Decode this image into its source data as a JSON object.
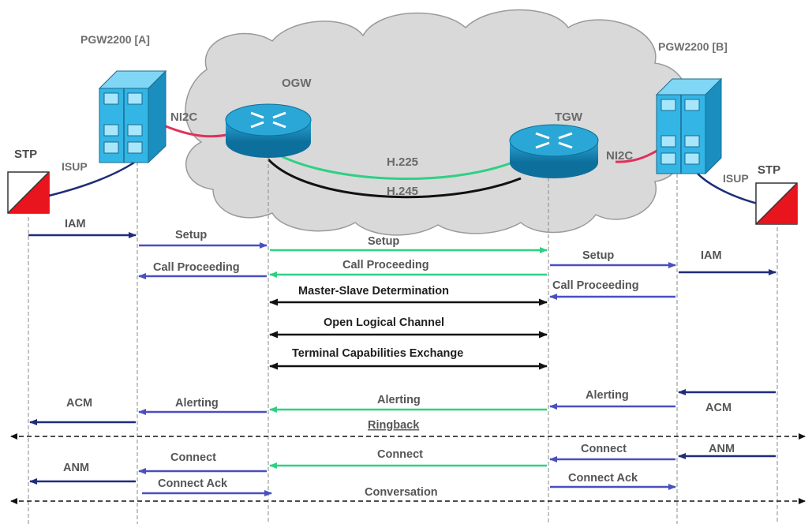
{
  "nodes": {
    "pgw_a": "PGW2200 [A]",
    "pgw_b": "PGW2200  [B]",
    "ogw": "OGW",
    "tgw": "TGW",
    "stp_a": "STP",
    "stp_b": "STP"
  },
  "links": {
    "ni2c_a": "NI2C",
    "ni2c_b": "NI2C",
    "isup_a": "ISUP",
    "isup_b": "ISUP",
    "h225": "H.225",
    "h245": "H.245"
  },
  "messages": {
    "iam_a": "IAM",
    "setup_a": "Setup",
    "setup_mid": "Setup",
    "setup_b": "Setup",
    "iam_b": "IAM",
    "callproc_a": "Call Proceeding",
    "callproc_mid": "Call Proceeding",
    "callproc_b": "Call Proceeding",
    "msd": "Master-Slave Determination",
    "olc": "Open Logical Channel",
    "tce": "Terminal Capabilities Exchange",
    "acm_a": "ACM",
    "alerting_a": "Alerting",
    "alerting_mid": "Alerting",
    "alerting_b": "Alerting",
    "acm_b": "ACM",
    "ringback": "Ringback",
    "anm_a": "ANM",
    "connect_a": "Connect",
    "connect_mid": "Connect",
    "connect_b": "Connect",
    "anm_b": "ANM",
    "connectack_a": "Connect Ack",
    "conversation": "Conversation",
    "connectack_b": "Connect Ack"
  },
  "colors": {
    "pstn_arrow": "#1f2c7a",
    "h323_blue": "#4a4fbf",
    "h225_green": "#2fd084",
    "h245_black": "#111111",
    "ni2c_red": "#e0305a",
    "cloud": "#d9d9d9",
    "router": "#1a8fbf",
    "switch": "#33b5e5",
    "stp_red": "#e8141e"
  },
  "icons": {
    "pgw": "softswitch-icon",
    "gateway": "router-icon",
    "stp": "signal-transfer-point-icon"
  }
}
